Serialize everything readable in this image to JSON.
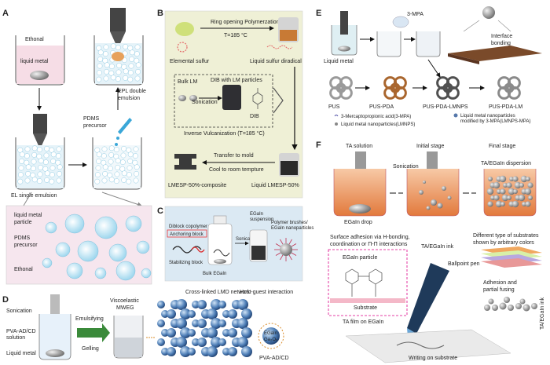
{
  "panels": {
    "A": {
      "letter": "A",
      "ethonal_top": "Ethonal",
      "liquid_metal": "liquid metal",
      "epl": "EPL double",
      "epl2": "emulsion",
      "pdms": "PDMS",
      "pdms2": "precursor",
      "el": "EL single emulsion",
      "lm_particle": "liquid metal",
      "lm_particle2": "particle",
      "pdms_b": "PDMS",
      "pdms_b2": "precursor",
      "ethonal_bottom": "Ethonal"
    },
    "B": {
      "letter": "B",
      "rop": "Ring opening Polymerzation",
      "temp1": "T=185 °C",
      "elemental_sulfur": "Elemental sulfur",
      "liquid_sulfur": "Liquid sulfur diradical",
      "bulk_lm": "Bulk LM",
      "dib_with_lm": "DIB with LM particles",
      "sonication": "Sonication",
      "dib": "DIB",
      "inverse_vulc": "Inverse Vulcanization (T=185 °C)",
      "transfer": "Transfer to mold",
      "cool": "Cool to room tempture",
      "composite": "LMESP-50%-composite",
      "liquid_lmesp": "Liquid LMESP-50%"
    },
    "C": {
      "letter": "C",
      "diblock": "Diblock copolymer",
      "anchoring": "Anchoring block",
      "stabilizing": "Stabilizing block",
      "sonicate": "Sonicate",
      "bulk_egain": "Bulk EGaIn",
      "egain_susp": "EGaIn",
      "egain_susp2": "suspension",
      "brushes": "Polymer brushes/",
      "brushes2": "EGaIn nanoparticles"
    },
    "D": {
      "letter": "D",
      "sonication": "Sonication",
      "pva": "PVA-AD/CD",
      "pva2": "solution",
      "liquid_metal": "Liquid metal",
      "emulsifying": "Emulsifying",
      "gelling": "Gelling",
      "viscoelastic": "Viscoelastic",
      "mweg": "MWEG",
      "crosslinked": "Cross-linked LMD network",
      "host_guest": "Host-guest interaction",
      "egain": "EGaIn",
      "ga2o3": "Ga₂O₃",
      "pva_ad_cd": "PVA-AD/CD"
    },
    "E": {
      "letter": "E",
      "mpa": "3-MPA",
      "interface": "Interface",
      "bonding": "bonding",
      "liquid_metal": "Liquid metal",
      "pus": "PUS",
      "pus_pda": "PUS-PDA",
      "pus_pda_lmnps": "PUS-PDA-LMNPS",
      "pus_pda_lm": "PUS-PDA-LM",
      "legend1": "3-Mercaptopropionic acid(3-MPA)",
      "legend2": "Liquid metal nanoparticles(LMNPS)",
      "legend3": "Liquid metal nanoparticles",
      "legend3b": "modified by 3-MPA(LMNPS-MPA)"
    },
    "F": {
      "letter": "F",
      "ta_solution": "TA solution",
      "initial": "Initial stage",
      "final": "Final stage",
      "sonication": "Sonication",
      "dispersion": "TA/EGaIn dispersion",
      "egain_drop": "EGaIn drop",
      "adhesion1": "Surface adhesion via H-bonding,",
      "adhesion2": "coordination or Π-Π interactions",
      "ink": "TA/EGaIn ink",
      "substrates1": "Different type of substrates",
      "substrates2": "shown by arbitrary colors",
      "egain_particle": "EGaIn particle",
      "ballpoint": "Ballpoint pen",
      "substrate": "Substrate",
      "ta_film": "TA film on EGaIn",
      "adhesion_fusing1": "Adhesion and",
      "adhesion_fusing2": "partial fusing",
      "ink_vertical": "TA/EGaIn ink",
      "writing": "Writing on substrate"
    }
  }
}
